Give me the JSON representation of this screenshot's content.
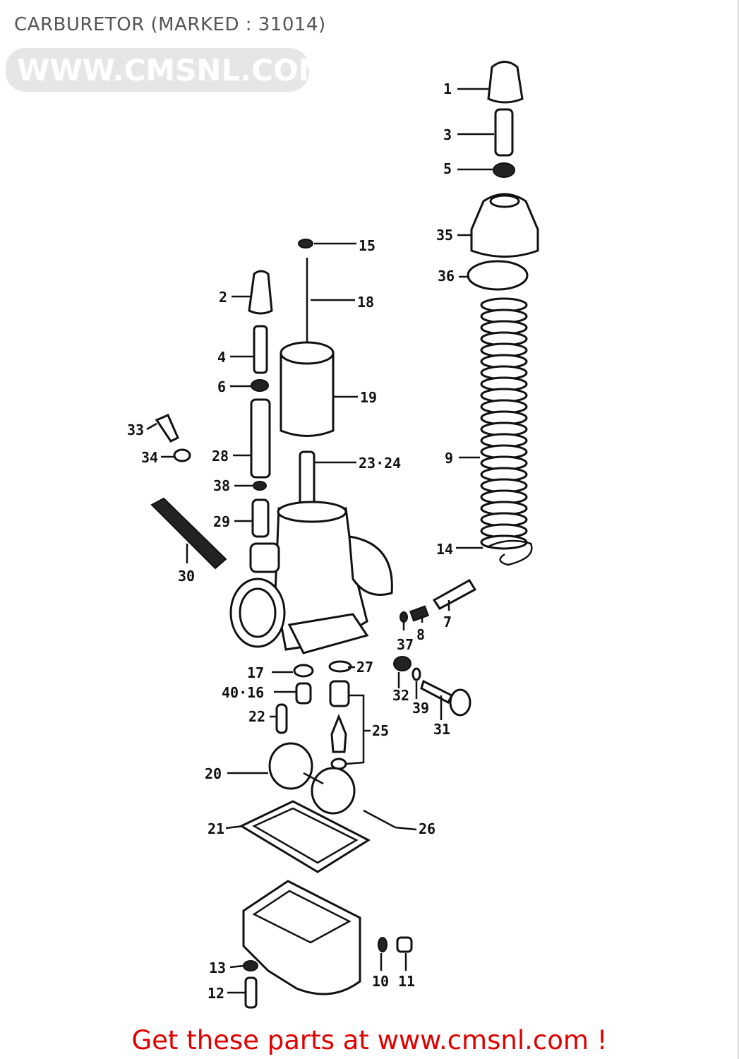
{
  "title": "CARBURETOR (MARKED : 31014)",
  "footer": "Get these parts at www.cmsnl.com !",
  "watermark": "WWW.CMSNL.COM",
  "colors": {
    "footer": "#e00000",
    "title": "#555555",
    "watermark": "#e6e6e6"
  },
  "callouts": [
    "1",
    "3",
    "5",
    "35",
    "36",
    "15",
    "18",
    "2",
    "4",
    "6",
    "19",
    "33",
    "34",
    "28",
    "23·24",
    "9",
    "38",
    "29",
    "30",
    "14",
    "7",
    "8",
    "37",
    "17",
    "27",
    "40·16",
    "32",
    "39",
    "31",
    "22",
    "25",
    "20",
    "21",
    "26",
    "13",
    "12",
    "10",
    "11"
  ]
}
